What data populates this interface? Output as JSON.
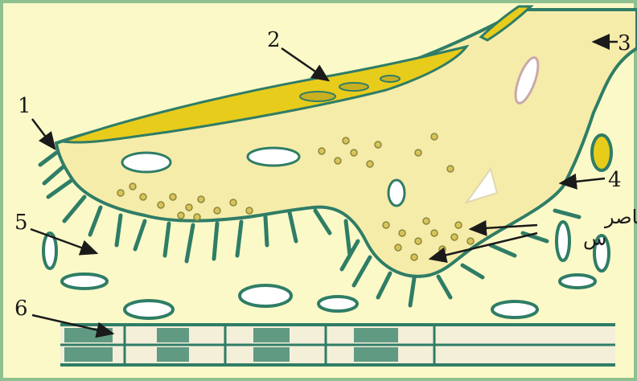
{
  "labels": {
    "l1": "1",
    "l2": "2",
    "l3": "3",
    "l4": "4",
    "l5": "5",
    "l6": "6",
    "arabic_word": "العناصر",
    "arabic_letter": "س"
  },
  "colors": {
    "background": "#fbf9c8",
    "cell_body": "#f6ecaa",
    "membrane": "#2f7d66",
    "myelin": "#e8cc1c",
    "nucleus": "#ffffff",
    "frame": "#8fc08f"
  }
}
